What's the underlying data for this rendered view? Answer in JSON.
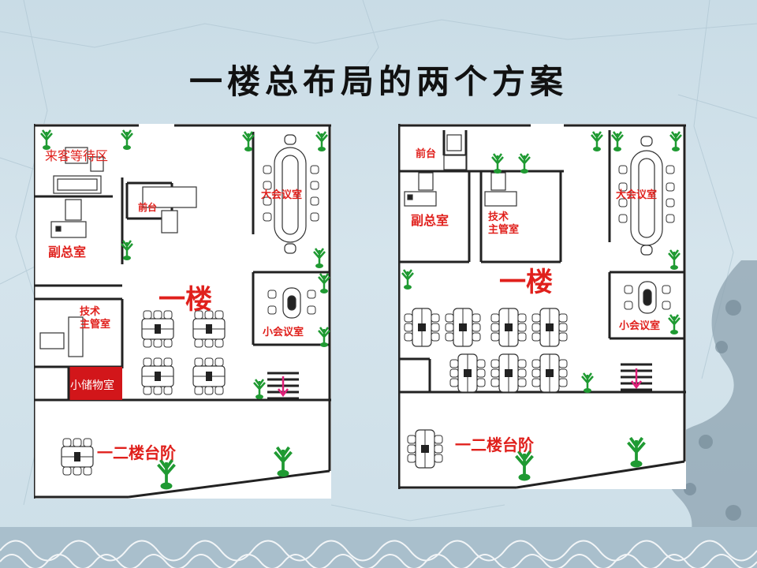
{
  "slide": {
    "title": "一楼总布局的两个方案"
  },
  "plan_a": {
    "waiting_area": "来客等待区",
    "front_desk": "前台",
    "large_meeting": "大会议室",
    "deputy_office": "副总室",
    "floor": "一楼",
    "tech_lead": "技术",
    "tech_lead_2": "主管室",
    "small_meeting": "小会议室",
    "storage": "小储物室",
    "stairs": "一二楼台阶"
  },
  "plan_b": {
    "front_desk": "前台",
    "large_meeting": "大会议室",
    "deputy_office": "副总室",
    "tech_lead": "技术",
    "tech_lead_2": "主管室",
    "floor": "一楼",
    "small_meeting": "小会议室",
    "stairs": "一二楼台阶"
  },
  "colors": {
    "label_red": "#e0201c",
    "storage_fill": "#d2161a",
    "wall": "#222222",
    "plant": "#1f9a32"
  }
}
